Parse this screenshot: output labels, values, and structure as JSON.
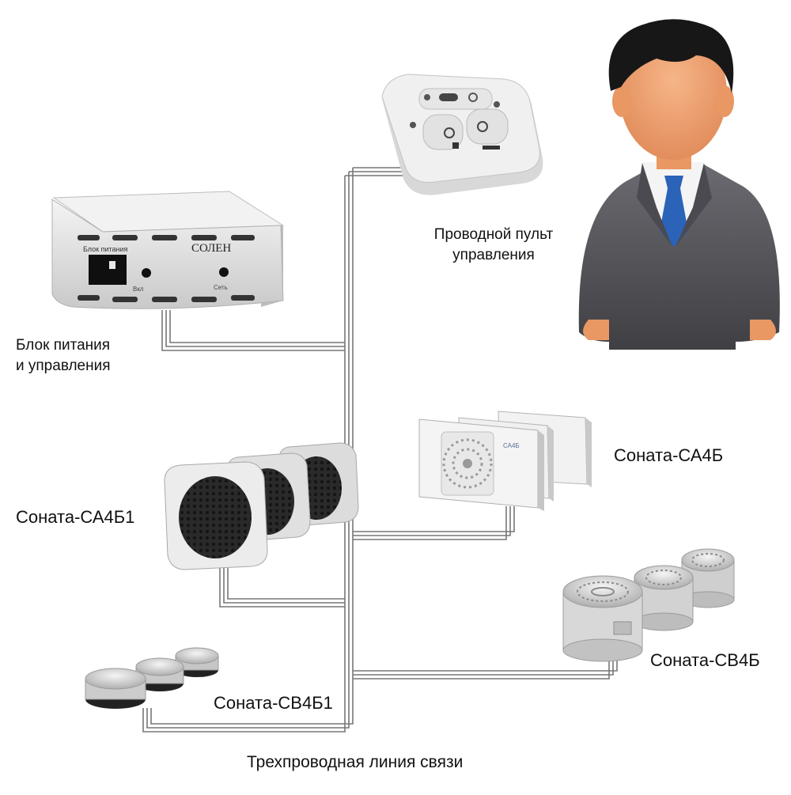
{
  "labels": {
    "power_unit": [
      "Блок питания",
      "и управления"
    ],
    "remote": [
      "Проводной пульт",
      "управления"
    ],
    "sa4b1": "Соната-СА4Б1",
    "sa4b": "Соната-СА4Б",
    "sv4b": "Соната-СВ4Б",
    "sv4b1": "Соната-СВ4Б1",
    "line": "Трехпроводная линия связи"
  },
  "device_markings": {
    "power_unit_brand": "СОЛЕН",
    "power_unit_tag": "Блок питания",
    "power_unit_switch": "Вкл",
    "power_unit_led": "Сеть",
    "sa4b_tag": "СА4Б"
  },
  "icons": [
    "power-unit-icon",
    "remote-control-icon",
    "person-icon",
    "acoustic-emitter-icon",
    "vibro-emitter-icon"
  ],
  "colors": {
    "wire": "#777777",
    "device_body": "#e4e4e4",
    "suit": "#54545a",
    "tie": "#2a63b8",
    "skin": "#f2a271"
  }
}
